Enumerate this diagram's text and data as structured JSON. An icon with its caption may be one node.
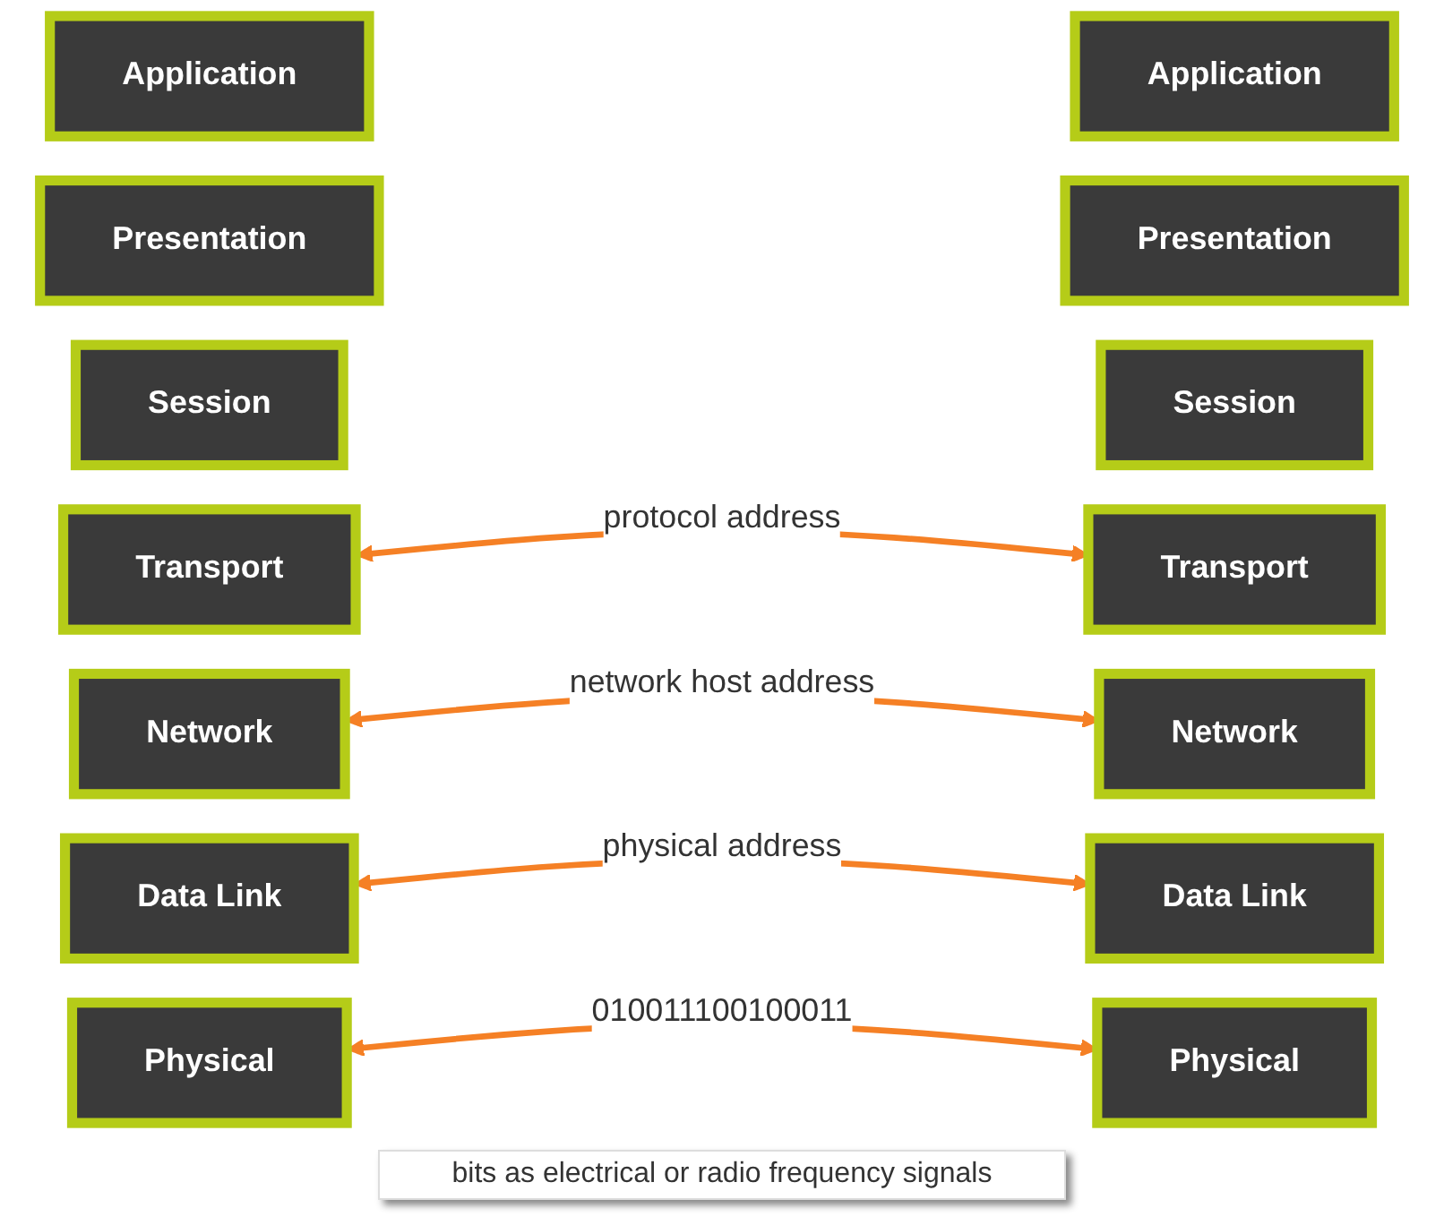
{
  "diagram": {
    "nodes": [
      {
        "text": [
          "Application"
        ]
      },
      {
        "text": [
          "Presentation"
        ]
      },
      {
        "text": [
          "Session"
        ]
      },
      {
        "text": [
          "Transport"
        ]
      },
      {
        "text": [
          "Network"
        ]
      },
      {
        "text": [
          "Data Link"
        ]
      },
      {
        "text": [
          "Physical"
        ]
      },
      {
        "text": [
          "Application"
        ]
      },
      {
        "text": [
          "Presentation"
        ]
      },
      {
        "text": [
          "Session"
        ]
      },
      {
        "text": [
          "Transport"
        ]
      },
      {
        "text": [
          "Network"
        ]
      },
      {
        "text": [
          "Data Link"
        ]
      },
      {
        "text": [
          "Physical"
        ]
      }
    ],
    "edges": [
      {
        "from": 3,
        "to": 10,
        "arrow": "both",
        "label": "protocol address"
      },
      {
        "from": 4,
        "to": 11,
        "arrow": "both",
        "label": "network host address"
      },
      {
        "from": 5,
        "to": 12,
        "arrow": "both",
        "label": "physical address"
      },
      {
        "from": 6,
        "to": 13,
        "arrow": "both",
        "label": "010011100100011"
      }
    ],
    "labels": [
      "bits as electrical or radio frequency signals"
    ]
  }
}
